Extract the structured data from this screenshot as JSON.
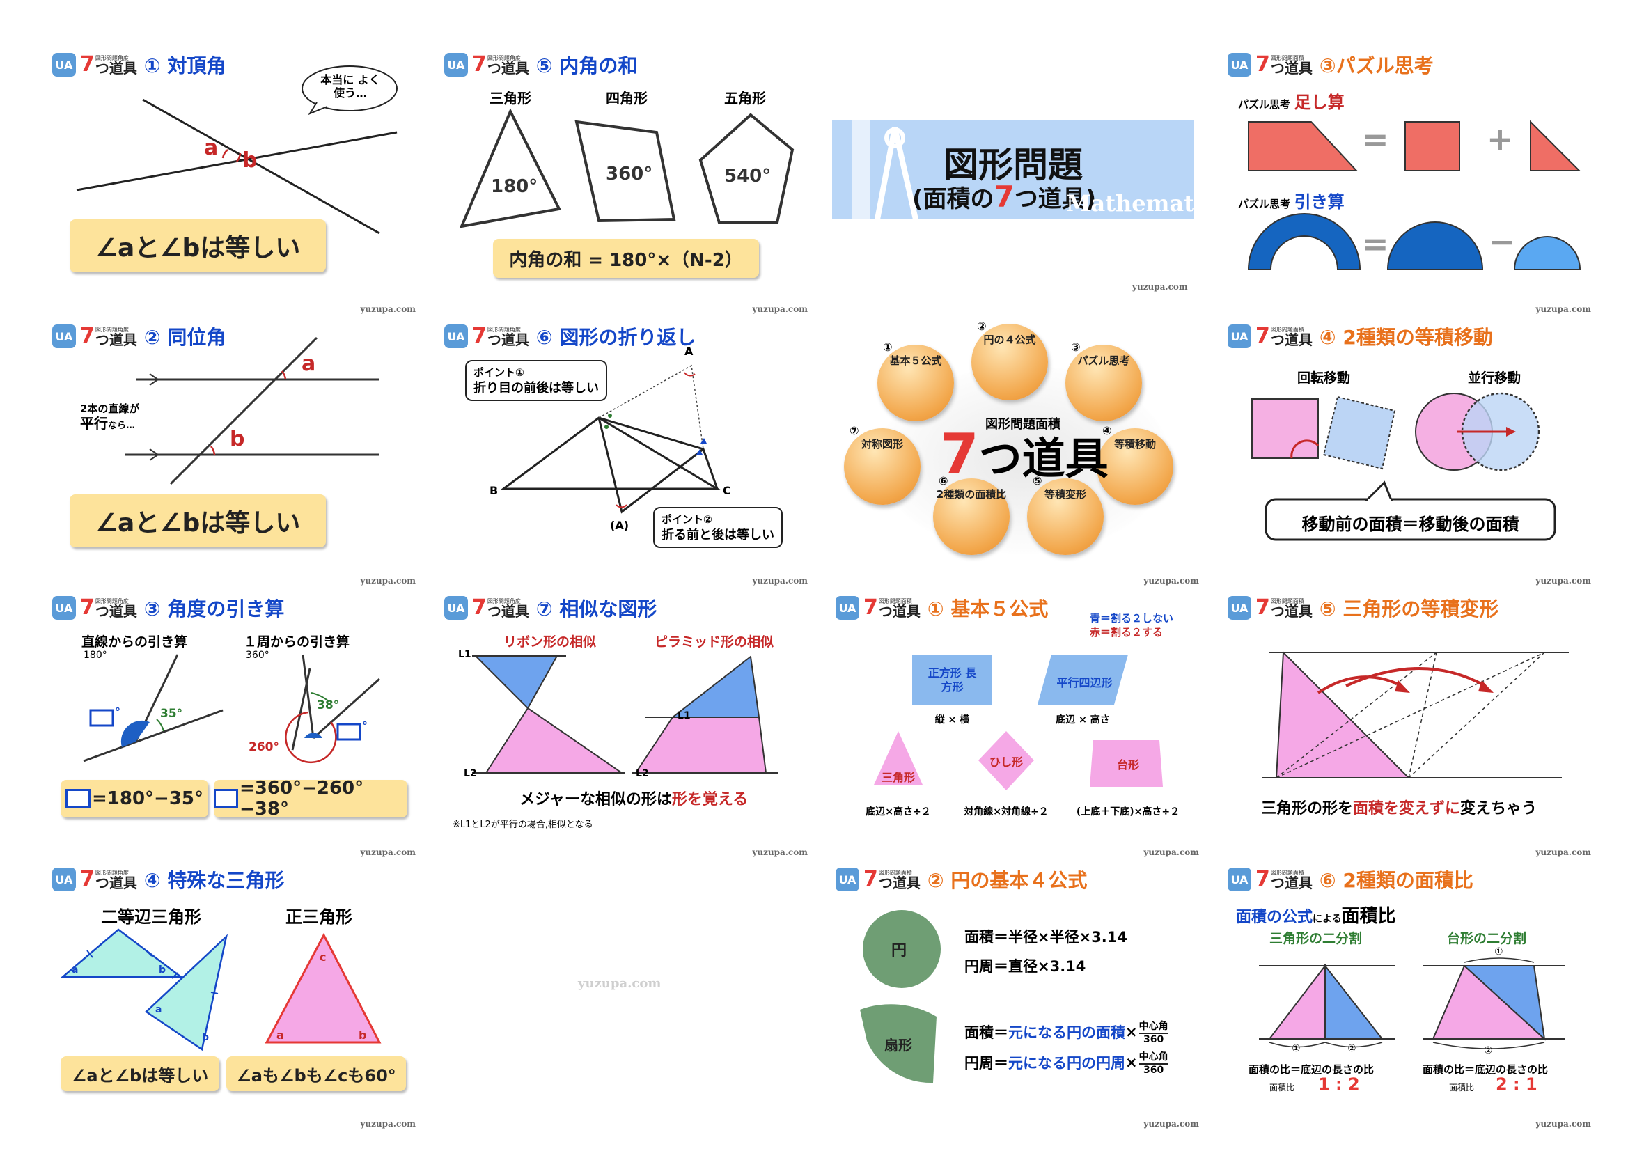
{
  "brand": {
    "num": "7",
    "word": "つ道具",
    "tiny_angle": "図形問題角度",
    "tiny_area": "図形問題面積"
  },
  "logo": "UA",
  "footer": "yuzupa.com",
  "cards": {
    "c1": {
      "title": "① 対頂角",
      "bubble": "本当に よく使う…",
      "label_a": "a",
      "label_b": "b",
      "box": "∠aと∠bは等しい"
    },
    "c2": {
      "title": "⑤ 内角の和",
      "names": [
        "三角形",
        "四角形",
        "五角形"
      ],
      "angles": [
        "180°",
        "360°",
        "540°"
      ],
      "box": "内角の和 = 180°×（N-2）"
    },
    "c4": {
      "title": "③パズル思考",
      "label1_small": "パズル思考",
      "label1_big": "足し算",
      "label2_small": "パズル思考",
      "label2_big": "引き算",
      "eq": "=",
      "plus": "+",
      "minus": "−"
    },
    "c5": {
      "title": "② 同位角",
      "note1": "2本の直線が",
      "note2": "平行",
      "note3": "なら…",
      "label_a": "a",
      "label_b": "b",
      "box": "∠aと∠bは等しい"
    },
    "c6": {
      "title": "⑥ 図形の折り返し",
      "bubble1_1": "ポイント①",
      "bubble1_2": "折り目の前後は等しい",
      "bubble2_1": "ポイント②",
      "bubble2_2": "折る前と後は等しい",
      "A": "A",
      "B": "B",
      "C": "C",
      "A2": "(A)"
    },
    "c7": {
      "balls": [
        {
          "n": "①",
          "label": "基本５公式"
        },
        {
          "n": "②",
          "label": "円の４公式"
        },
        {
          "n": "③",
          "label": "パズル思考"
        },
        {
          "n": "④",
          "label": "等積移動"
        },
        {
          "n": "⑤",
          "label": "等積変形"
        },
        {
          "n": "⑥",
          "label": "2種類の面積比"
        },
        {
          "n": "⑦",
          "label": "対称図形"
        }
      ],
      "center_small": "図形問題面積",
      "center_num": "7",
      "center_word": "つ道具"
    },
    "c8": {
      "title": "④ 2種類の等積移動",
      "sub1": "回転移動",
      "sub2": "並行移動",
      "box": "移動前の面積＝移動後の面積"
    },
    "c9": {
      "title": "③ 角度の引き算",
      "h1": "直線からの引き算",
      "h1s": "180°",
      "h2": "１周からの引き算",
      "h2s": "360°",
      "a35": "35°",
      "a38": "38°",
      "a260": "260°",
      "deg": "°",
      "box1": "=180°−35°",
      "box2": "=360°−260°−38°"
    },
    "c10": {
      "title": "⑦ 相似な図形",
      "sub1": "リボン形の相似",
      "sub2": "ピラミッド形の相似",
      "L1": "L1",
      "L2": "L2",
      "caption_pre": "メジャーな相似の形は",
      "caption_red": "形を覚える",
      "note": "※L1とL2が平行の場合,相似となる"
    },
    "c11": {
      "title": "① 基本５公式",
      "legend1": "青＝割る２しない",
      "legend2": "赤＝割る２する",
      "shapes": [
        {
          "name": "正方形 長方形",
          "formula": "縦 × 横"
        },
        {
          "name": "平行四辺形",
          "formula": "底辺 × 高さ"
        },
        {
          "name": "三角形",
          "formula": "底辺×高さ÷２"
        },
        {
          "name": "ひし形",
          "formula": "対角線×対角線÷２"
        },
        {
          "name": "台形",
          "formula": "(上底＋下底)×高さ÷２"
        }
      ]
    },
    "c12": {
      "title": "⑤ 三角形の等積変形",
      "caption_pre": "三角形の形を",
      "caption_red": "面積を変えずに",
      "caption_post": "変えちゃう"
    },
    "c13": {
      "title": "④ 特殊な三角形",
      "sub1": "二等辺三角形",
      "sub2": "正三角形",
      "box1": "∠aと∠bは等しい",
      "box2": "∠aも∠bも∠cも60°"
    },
    "c15": {
      "title": "② 円の基本４公式",
      "circle": "円",
      "sector": "扇形",
      "f1": "面積＝半径×半径×3.14",
      "f2": "円周＝直径×3.14",
      "f3_pre": "面積＝",
      "f3_blue": "元になる円の面積",
      "f4_pre": "円周＝",
      "f4_blue": "元になる円の円周",
      "times": "×",
      "frac_top": "中心角",
      "frac_bot": "360"
    },
    "c16": {
      "title": "⑥ 2種類の面積比",
      "sub_pre": "面積の公式",
      "sub_mid": "による",
      "sub_post": "面積比",
      "s1": "三角形の二分割",
      "s2": "台形の二分割",
      "ratio_label": "面積の比＝底辺の長さの比",
      "ratio_small": "面積比",
      "r1": "1 : 2",
      "r2": "2 : 1"
    }
  },
  "banner": {
    "title": "図形問題",
    "sub_pre": "(面積の",
    "sub_num": "7",
    "sub_post": "つ道具)",
    "watermark": "Mathemat"
  },
  "center_watermark": "yuzupa.com"
}
